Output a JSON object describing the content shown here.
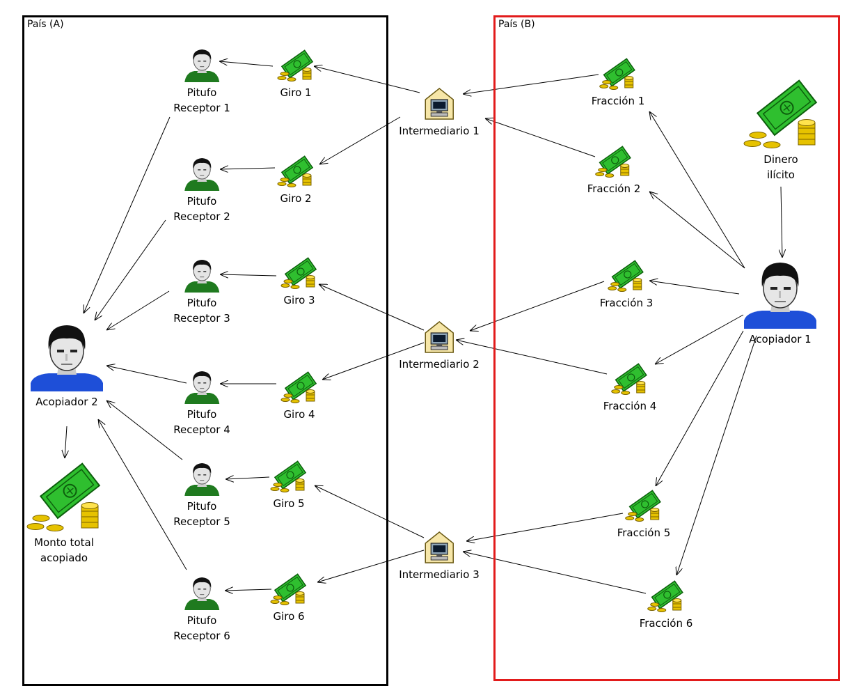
{
  "regions": [
    {
      "id": "A",
      "title": "País (A)",
      "color": "#000000"
    },
    {
      "id": "B",
      "title": "País (B)",
      "color": "#e21b1b"
    }
  ],
  "nodes": [
    {
      "id": "pr1",
      "type": "person",
      "lines": [
        "Pitufo",
        "Receptor 1"
      ]
    },
    {
      "id": "pr2",
      "type": "person",
      "lines": [
        "Pitufo",
        "Receptor 2"
      ]
    },
    {
      "id": "pr3",
      "type": "person",
      "lines": [
        "Pitufo",
        "Receptor 3"
      ]
    },
    {
      "id": "pr4",
      "type": "person",
      "lines": [
        "Pitufo",
        "Receptor 4"
      ]
    },
    {
      "id": "pr5",
      "type": "person",
      "lines": [
        "Pitufo",
        "Receptor 5"
      ]
    },
    {
      "id": "pr6",
      "type": "person",
      "lines": [
        "Pitufo",
        "Receptor 6"
      ]
    },
    {
      "id": "g1",
      "type": "money",
      "lines": [
        "Giro 1"
      ]
    },
    {
      "id": "g2",
      "type": "money",
      "lines": [
        "Giro 2"
      ]
    },
    {
      "id": "g3",
      "type": "money",
      "lines": [
        "Giro 3"
      ]
    },
    {
      "id": "g4",
      "type": "money",
      "lines": [
        "Giro 4"
      ]
    },
    {
      "id": "g5",
      "type": "money",
      "lines": [
        "Giro 5"
      ]
    },
    {
      "id": "g6",
      "type": "money",
      "lines": [
        "Giro 6"
      ]
    },
    {
      "id": "ac2",
      "type": "big-person",
      "lines": [
        "Acopiador 2"
      ]
    },
    {
      "id": "mt",
      "type": "big-money",
      "lines": [
        "Monto total",
        "acopiado"
      ]
    },
    {
      "id": "i1",
      "type": "computer",
      "lines": [
        "Intermediario 1"
      ]
    },
    {
      "id": "i2",
      "type": "computer",
      "lines": [
        "Intermediario 2"
      ]
    },
    {
      "id": "i3",
      "type": "computer",
      "lines": [
        "Intermediario 3"
      ]
    },
    {
      "id": "f1",
      "type": "money",
      "lines": [
        "Fracción 1"
      ]
    },
    {
      "id": "f2",
      "type": "money",
      "lines": [
        "Fracción 2"
      ]
    },
    {
      "id": "f3",
      "type": "money",
      "lines": [
        "Fracción 3"
      ]
    },
    {
      "id": "f4",
      "type": "money",
      "lines": [
        "Fracción 4"
      ]
    },
    {
      "id": "f5",
      "type": "money",
      "lines": [
        "Fracción 5"
      ]
    },
    {
      "id": "f6",
      "type": "money",
      "lines": [
        "Fracción 6"
      ]
    },
    {
      "id": "di",
      "type": "big-money",
      "lines": [
        "Dinero",
        "ilícito"
      ]
    },
    {
      "id": "ac1",
      "type": "big-person",
      "lines": [
        "Acopiador 1"
      ]
    }
  ],
  "edges": [
    {
      "from": "di",
      "to": "ac1"
    },
    {
      "from": "ac1",
      "to": "f1"
    },
    {
      "from": "ac1",
      "to": "f2"
    },
    {
      "from": "ac1",
      "to": "f3"
    },
    {
      "from": "ac1",
      "to": "f4"
    },
    {
      "from": "ac1",
      "to": "f5"
    },
    {
      "from": "ac1",
      "to": "f6"
    },
    {
      "from": "f1",
      "to": "i1"
    },
    {
      "from": "f2",
      "to": "i1"
    },
    {
      "from": "f3",
      "to": "i2"
    },
    {
      "from": "f4",
      "to": "i2"
    },
    {
      "from": "f5",
      "to": "i3"
    },
    {
      "from": "f6",
      "to": "i3"
    },
    {
      "from": "i1",
      "to": "g1"
    },
    {
      "from": "i1",
      "to": "g2"
    },
    {
      "from": "i2",
      "to": "g3"
    },
    {
      "from": "i2",
      "to": "g4"
    },
    {
      "from": "i3",
      "to": "g5"
    },
    {
      "from": "i3",
      "to": "g6"
    },
    {
      "from": "g1",
      "to": "pr1"
    },
    {
      "from": "g2",
      "to": "pr2"
    },
    {
      "from": "g3",
      "to": "pr3"
    },
    {
      "from": "g4",
      "to": "pr4"
    },
    {
      "from": "g5",
      "to": "pr5"
    },
    {
      "from": "g6",
      "to": "pr6"
    },
    {
      "from": "pr1",
      "to": "ac2"
    },
    {
      "from": "pr2",
      "to": "ac2"
    },
    {
      "from": "pr3",
      "to": "ac2"
    },
    {
      "from": "pr4",
      "to": "ac2"
    },
    {
      "from": "pr5",
      "to": "ac2"
    },
    {
      "from": "pr6",
      "to": "ac2"
    },
    {
      "from": "ac2",
      "to": "mt"
    }
  ]
}
